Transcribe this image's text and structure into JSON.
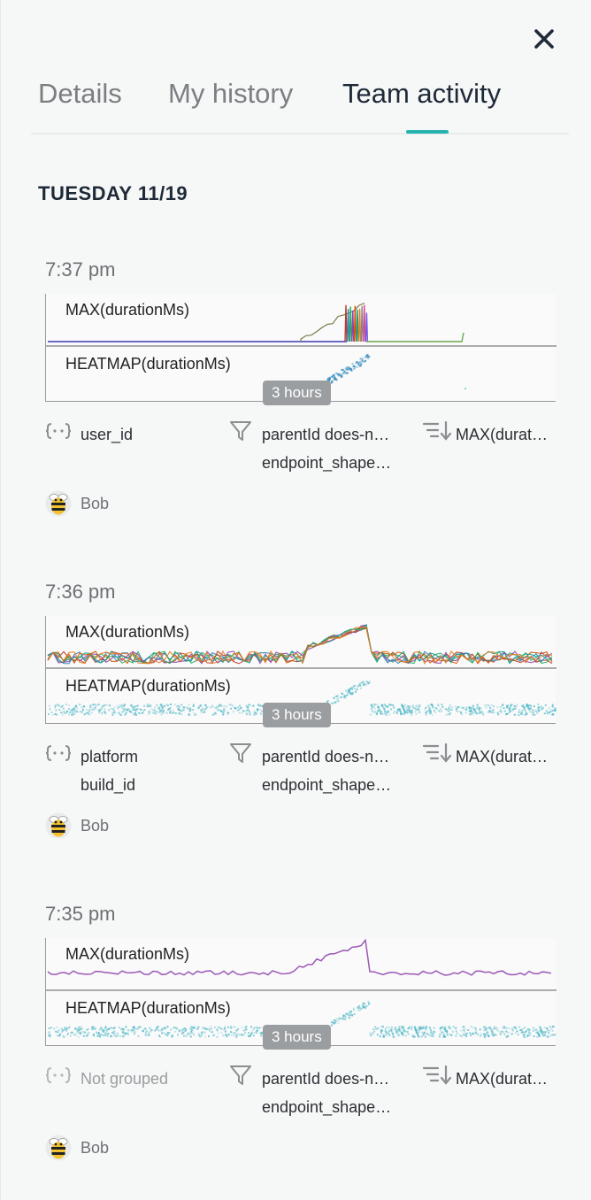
{
  "close_icon": "close-icon",
  "tabs": [
    {
      "label": "Details"
    },
    {
      "label": "My history"
    },
    {
      "label": "Team activity",
      "active": true
    }
  ],
  "day": "TUESDAY 11/19",
  "entries": [
    {
      "time": "7:37 pm",
      "chart_top": "MAX(durationMs)",
      "chart_bottom": "HEATMAP(durationMs)",
      "range": "3 hours",
      "group_by": [
        "user_id"
      ],
      "filter": [
        "parentId does-n…",
        "endpoint_shape…"
      ],
      "order": "MAX(durat…",
      "user": "Bob"
    },
    {
      "time": "7:36 pm",
      "chart_top": "MAX(durationMs)",
      "chart_bottom": "HEATMAP(durationMs)",
      "range": "3 hours",
      "group_by": [
        "platform",
        "build_id"
      ],
      "filter": [
        "parentId does-n…",
        "endpoint_shape…"
      ],
      "order": "MAX(durat…",
      "user": "Bob"
    },
    {
      "time": "7:35 pm",
      "chart_top": "MAX(durationMs)",
      "chart_bottom": "HEATMAP(durationMs)",
      "range": "3 hours",
      "group_by_empty": "Not grouped",
      "filter": [
        "parentId does-n…",
        "endpoint_shape…"
      ],
      "order": "MAX(durat…",
      "user": "Bob"
    }
  ],
  "colors": {
    "accent": "#26b3b0",
    "heading": "#1f2a38",
    "line_purple": "#9b59b6",
    "heatmap": "#4fb8c6"
  }
}
